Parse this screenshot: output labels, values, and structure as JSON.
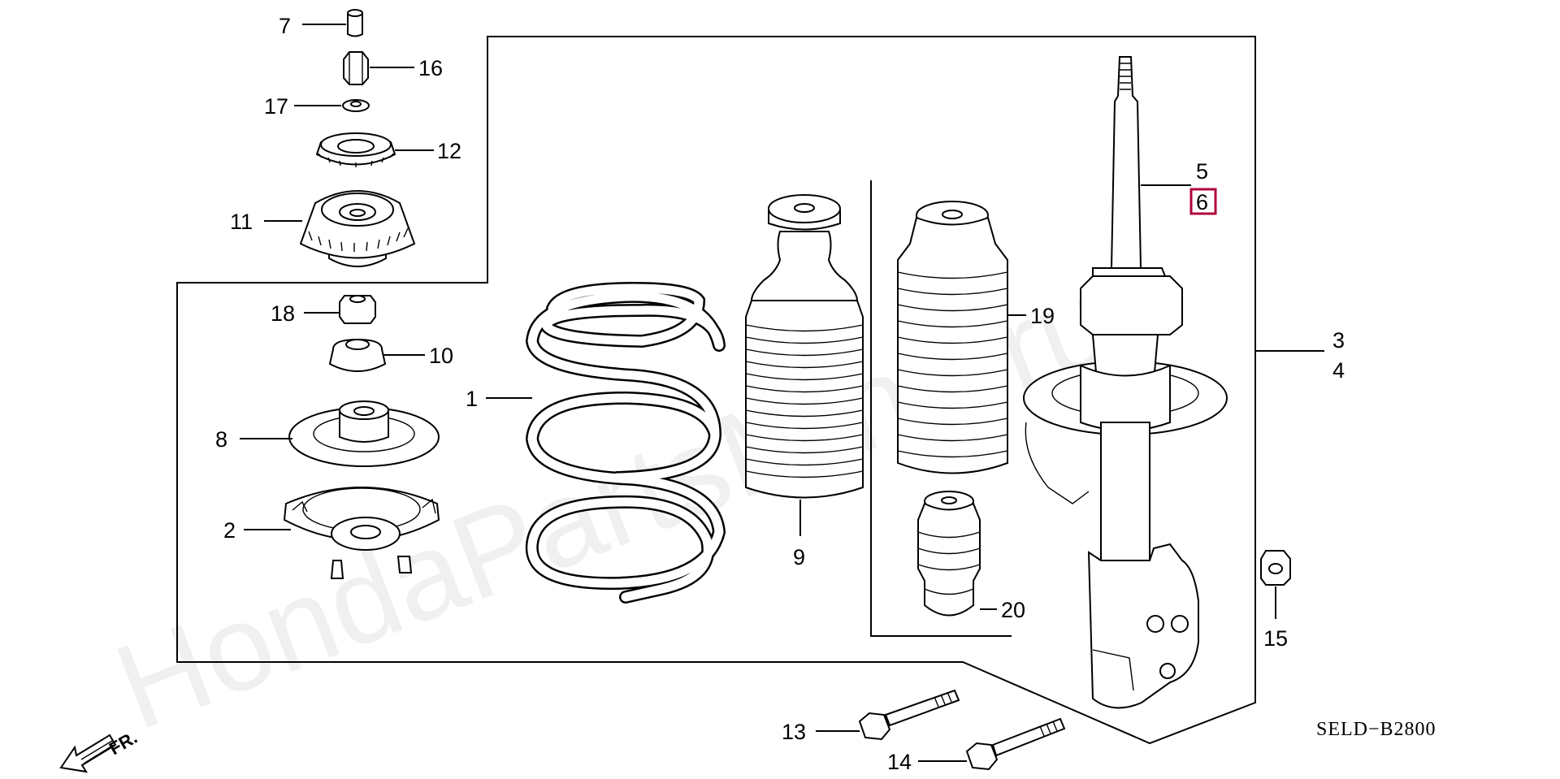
{
  "diagram": {
    "watermark": "HondaPartsMine.ru",
    "reference_code": "SELD−B2800",
    "direction_label": "FR.",
    "highlight_color": "#b0003a",
    "callouts": {
      "p1": "1",
      "p2": "2",
      "p3": "3",
      "p4": "4",
      "p5": "5",
      "p6": "6",
      "p7": "7",
      "p8": "8",
      "p9": "9",
      "p10": "10",
      "p11": "11",
      "p12": "12",
      "p13": "13",
      "p14": "14",
      "p15": "15",
      "p16": "16",
      "p17": "17",
      "p18": "18",
      "p19": "19",
      "p20": "20"
    }
  }
}
